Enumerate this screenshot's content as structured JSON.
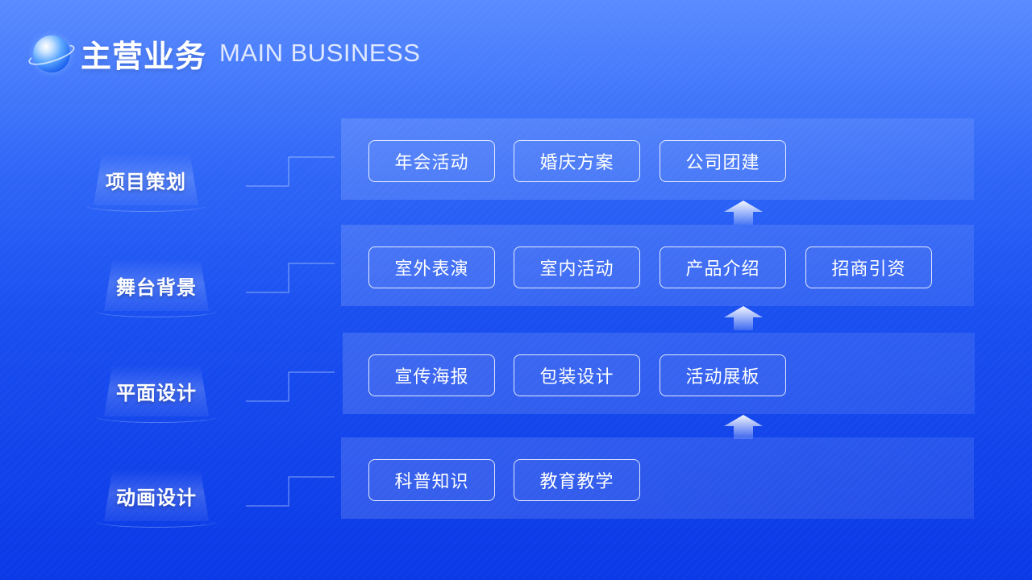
{
  "header": {
    "title_cn": "主营业务",
    "title_en": "MAIN BUSINESS"
  },
  "categories": [
    {
      "label": "项目策划",
      "items": [
        "年会活动",
        "婚庆方案",
        "公司团建"
      ]
    },
    {
      "label": "舞台背景",
      "items": [
        "室外表演",
        "室内活动",
        "产品介绍",
        "招商引资"
      ]
    },
    {
      "label": "平面设计",
      "items": [
        "宣传海报",
        "包装设计",
        "活动展板"
      ]
    },
    {
      "label": "动画设计",
      "items": [
        "科普知识",
        "教育教学"
      ]
    }
  ],
  "colors": {
    "background_top": "#5a8bff",
    "background_bottom": "#0b39e6",
    "text": "#ffffff"
  }
}
